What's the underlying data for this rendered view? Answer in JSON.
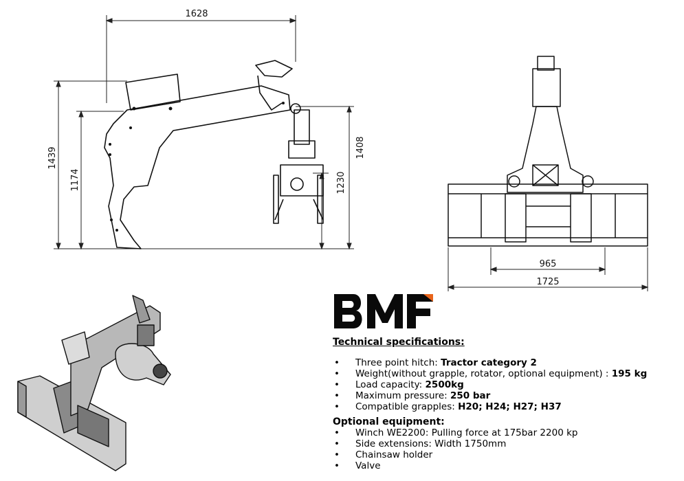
{
  "brand": {
    "name": "BMF",
    "accent": "#e8641b"
  },
  "dimensions": {
    "side_width": "1628",
    "overall_height": "1439",
    "pivot_height": "1174",
    "grapple_height": "1230",
    "boom_height": "1408",
    "frame_width": "965",
    "total_width": "1725"
  },
  "specs": {
    "heading": "Technical specifications:",
    "items": [
      {
        "label": "Three point hitch: ",
        "value": "Tractor category 2"
      },
      {
        "label": "Weight(without grapple, rotator, optional equipment) : ",
        "value": "195 kg"
      },
      {
        "label": "Load capacity: ",
        "value": "2500kg"
      },
      {
        "label": "Maximum pressure: ",
        "value": "250 bar"
      },
      {
        "label": "Compatible grapples: ",
        "value": "H20; H24; H27; H37"
      }
    ]
  },
  "optional": {
    "heading": "Optional equipment:",
    "items": [
      {
        "text": "Winch WE2200: Pulling force at 175bar 2200 kp"
      },
      {
        "text": "Side extensions: Width 1750mm"
      },
      {
        "text": "Chainsaw holder"
      },
      {
        "text": "Valve"
      }
    ]
  },
  "icons": [
    "side-view-drawing-icon",
    "front-view-drawing-icon",
    "isometric-render-icon"
  ]
}
